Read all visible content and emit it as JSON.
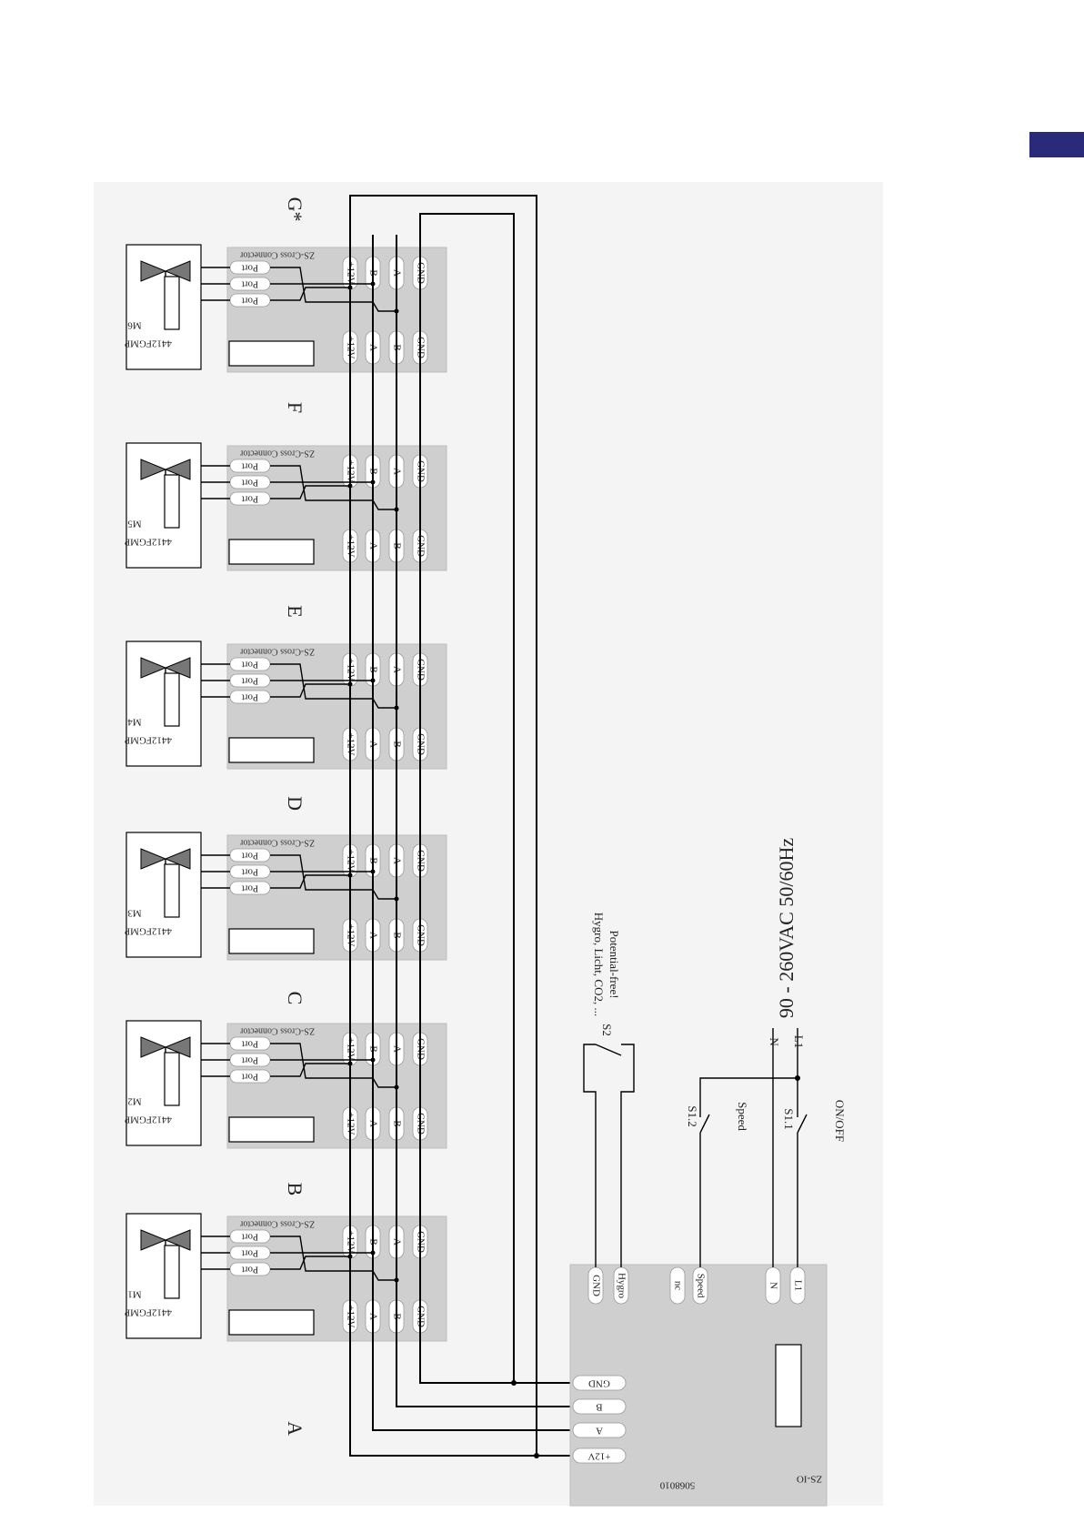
{
  "tab_color": "#2a2a7a",
  "sections": [
    "A",
    "B",
    "C",
    "D",
    "E",
    "F",
    "G*"
  ],
  "connector_title": "ZS-Cross Connector",
  "motor_model": "4412FGMP",
  "motors": [
    "M1",
    "M2",
    "M3",
    "M4",
    "M5",
    "M6"
  ],
  "port_label": "Port",
  "left_terminals": [
    "+12V",
    "A",
    "B",
    "GND"
  ],
  "right_terminals": [
    "+12V",
    "B",
    "A",
    "GND"
  ],
  "controller": {
    "name": "ZS-IO",
    "code": "5068010",
    "bus_terminals": [
      "+12V",
      "A",
      "B",
      "GND"
    ],
    "top_terminals": [
      "GND",
      "Hygro",
      "nc",
      "Speed",
      "N",
      "L1"
    ]
  },
  "switches": {
    "s2": "S2",
    "s2_note_1": "Hygro, Licht, CO2, ...",
    "s2_note_2": "Potential-free!",
    "s12": "S1.2",
    "s12_label": "Speed",
    "s11": "S1.1",
    "s11_label": "ON/OFF",
    "mains": "90 - 260VAC 50/60Hz",
    "n": "N",
    "l1": "L1"
  }
}
